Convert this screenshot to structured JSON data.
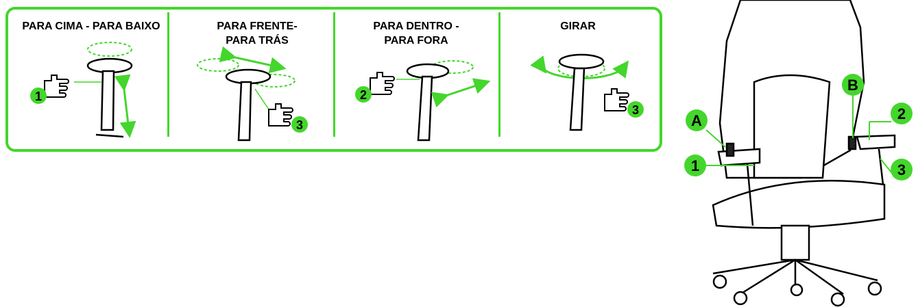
{
  "sections": [
    {
      "title_line1": "PARA CIMA - PARA BAIXO",
      "title_line2": "",
      "badge": "1"
    },
    {
      "title_line1": "PARA FRENTE-",
      "title_line2": "PARA TRÁS",
      "badge": "3"
    },
    {
      "title_line1": "PARA DENTRO -",
      "title_line2": "PARA FORA",
      "badge": "2"
    },
    {
      "title_line1": "GIRAR",
      "title_line2": "",
      "badge": "3"
    }
  ],
  "chair_callouts": {
    "a": "A",
    "b": "B",
    "one": "1",
    "two": "2",
    "three": "3"
  },
  "colors": {
    "accent": "#44d62c",
    "line": "#000000"
  }
}
